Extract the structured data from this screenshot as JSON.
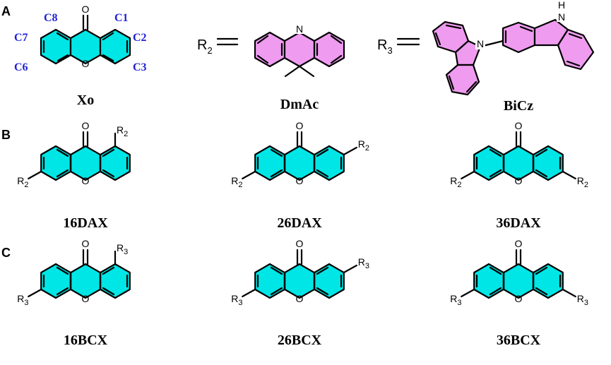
{
  "panels": {
    "a": "A",
    "b": "B",
    "c": "C"
  },
  "xanthone": {
    "carbonyl_o": "O",
    "ring_o": "O",
    "positions": {
      "c1": "C1",
      "c2": "C2",
      "c3": "C3",
      "c6": "C6",
      "c7": "C7",
      "c8": "C8"
    },
    "name": "Xo"
  },
  "dmac": {
    "r_prefix": "R",
    "r_sub": "2",
    "n_label": "N",
    "name": "DmAc"
  },
  "bicz": {
    "r_prefix": "R",
    "r_sub": "3",
    "n_label": "N",
    "nh_label": "N",
    "nh_h": "H",
    "name": "BiCz"
  },
  "molecules": [
    {
      "name": "16DAX",
      "r": "R",
      "sub": "2",
      "o": "O"
    },
    {
      "name": "26DAX",
      "r": "R",
      "sub": "2",
      "o": "O"
    },
    {
      "name": "36DAX",
      "r": "R",
      "sub": "2",
      "o": "O"
    },
    {
      "name": "16BCX",
      "r": "R",
      "sub": "3",
      "o": "O"
    },
    {
      "name": "26BCX",
      "r": "R",
      "sub": "3",
      "o": "O"
    },
    {
      "name": "36BCX",
      "r": "R",
      "sub": "3",
      "o": "O"
    }
  ],
  "colors": {
    "xanthone_fill": "#00e6e6",
    "donor_fill": "#ef9bf0",
    "position_label": "#1f1fd6"
  }
}
